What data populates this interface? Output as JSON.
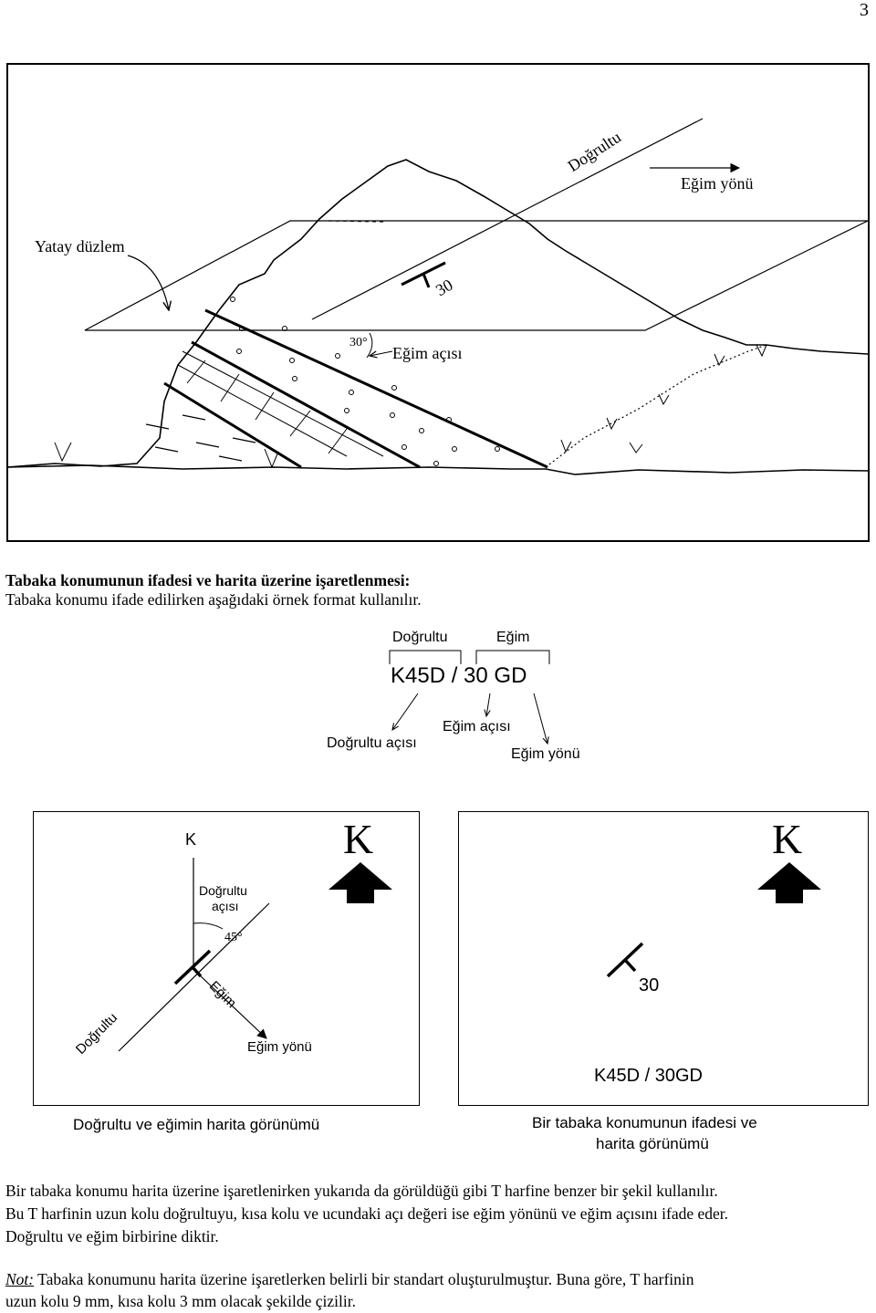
{
  "page_number": "3",
  "figure1": {
    "yatay_duzlem": "Yatay düzlem",
    "dogrultu": "Doğrultu",
    "egim_yonu": "Eğim yönü",
    "thirty": "30",
    "angle_label": "30°",
    "egim_acisi": "Eğim açısı"
  },
  "section": {
    "heading": "Tabaka konumunun ifadesi ve harita üzerine işaretlenmesi:",
    "intro": "Tabaka konumu ifade edilirken aşağıdaki örnek format kullanılır."
  },
  "format_diagram": {
    "dogrultu": "Doğrultu",
    "egim": "Eğim",
    "formula": "K45D / 30 GD",
    "dogrultu_acisi": "Doğrultu açısı",
    "egim_acisi": "Eğim açısı",
    "egim_yonu": "Eğim yönü"
  },
  "left_map": {
    "north_small": "K",
    "north_big": "K",
    "dogrultu_acisi_line1": "Doğrultu",
    "dogrultu_acisi_line2": "açısı",
    "angle": "45°",
    "egim": "Eğim",
    "dogrultu": "Doğrultu",
    "egim_yonu": "Eğim yönü",
    "caption": "Doğrultu ve eğimin harita görünümü"
  },
  "right_map": {
    "north_big": "K",
    "value": "30",
    "formula": "K45D / 30GD",
    "caption_line1": "Bir tabaka konumunun ifadesi ve",
    "caption_line2": "harita görünümü"
  },
  "paragraph": {
    "line1": "Bir tabaka konumu harita üzerine işaretlenirken yukarıda da görüldüğü gibi T harfine benzer bir şekil kullanılır.",
    "line2": "Bu T harfinin uzun kolu doğrultuyu, kısa kolu ve ucundaki açı değeri ise eğim yönünü ve eğim açısını ifade eder.",
    "line3": "Doğrultu ve eğim birbirine diktir."
  },
  "note": {
    "label": "Not:",
    "line1_rest": " Tabaka konumunu harita üzerine işaretlerken belirli bir standart oluşturulmuştur. Buna göre, T harfinin",
    "line2": "uzun kolu 9 mm, kısa kolu 3 mm olacak şekilde çizilir."
  }
}
